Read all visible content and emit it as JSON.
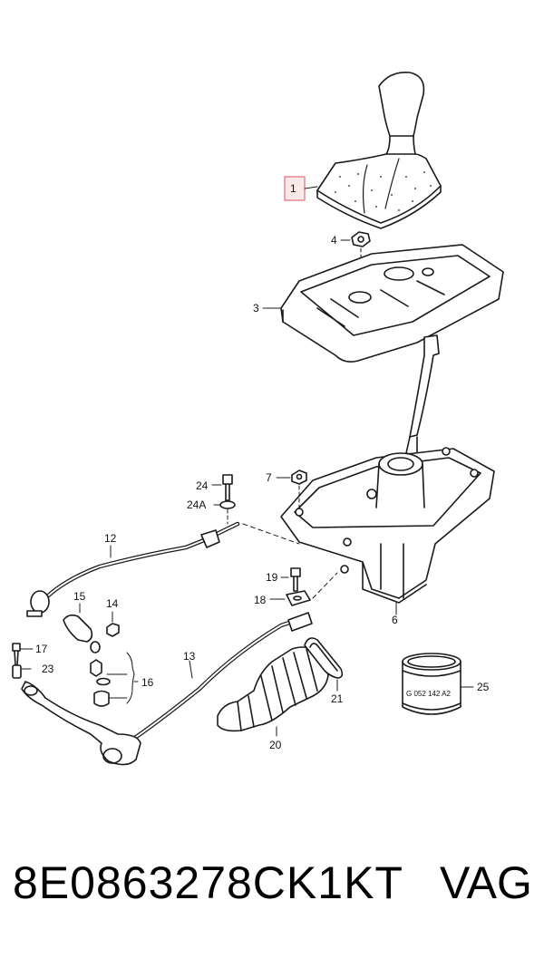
{
  "callouts": {
    "p1": "1",
    "p3": "3",
    "p4": "4",
    "p6": "6",
    "p7": "7",
    "p12": "12",
    "p13": "13",
    "p14": "14",
    "p15": "15",
    "p16": "16",
    "p17": "17",
    "p18": "18",
    "p19": "19",
    "p20": "20",
    "p21": "21",
    "p23": "23",
    "p24": "24",
    "p24a": "24A",
    "p25": "25"
  },
  "ring_marking": "G 052 142 A2",
  "footer": {
    "part_number": "8E0863278CK1KT",
    "brand": "VAG"
  },
  "colors": {
    "line": "#1a1a1a",
    "highlight": "#e0707a",
    "highlight_fill": "#fbe9ea"
  }
}
